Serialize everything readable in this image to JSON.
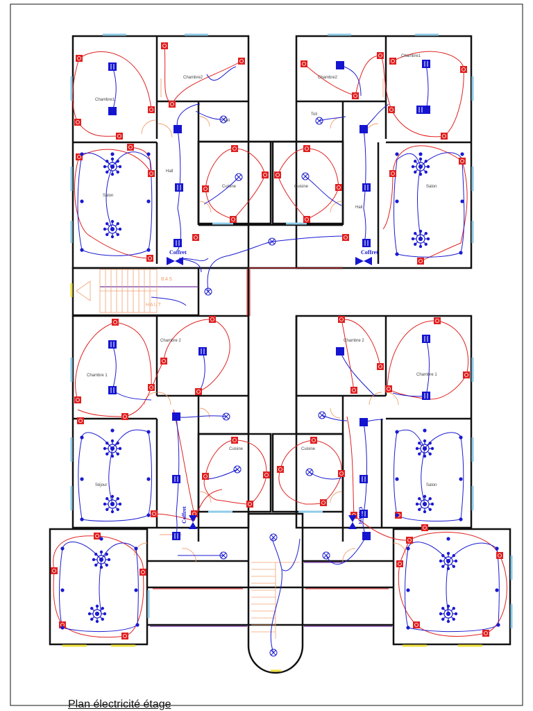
{
  "title": "Plan électricité étage",
  "stairs": {
    "down": "BAS",
    "up": "HAUT"
  },
  "coffret_label": "Coffret",
  "rooms": [
    {
      "id": "r1",
      "label": "Chambre1"
    },
    {
      "id": "r2",
      "label": "Chambre2"
    },
    {
      "id": "r3",
      "label": "Chambre2"
    },
    {
      "id": "r4",
      "label": "Chambre1"
    },
    {
      "id": "r5",
      "label": "Toli"
    },
    {
      "id": "r6",
      "label": "Toli"
    },
    {
      "id": "r7",
      "label": "Salon"
    },
    {
      "id": "r8",
      "label": "Cuisine"
    },
    {
      "id": "r9",
      "label": "Cuisine"
    },
    {
      "id": "r10",
      "label": "Salon"
    },
    {
      "id": "r11",
      "label": "Hall"
    },
    {
      "id": "r12",
      "label": "Hall"
    },
    {
      "id": "r13",
      "label": "Chambre 1"
    },
    {
      "id": "r14",
      "label": "Chambre 2"
    },
    {
      "id": "r15",
      "label": "Chambre 2"
    },
    {
      "id": "r16",
      "label": "Chambre 1"
    },
    {
      "id": "r17",
      "label": "Cuisine"
    },
    {
      "id": "r18",
      "label": "Cuisine"
    },
    {
      "id": "r19",
      "label": "Séjour"
    },
    {
      "id": "r20",
      "label": "Salon"
    }
  ],
  "colors": {
    "wall": "#111111",
    "circuit_red": "#e02020",
    "circuit_blue": "#1a1ad0",
    "window": "#8fcbe8",
    "door": "#f0a070",
    "stairs": "#f0a070",
    "window_yellow": "#f0e040",
    "partition": "#7030a0"
  }
}
